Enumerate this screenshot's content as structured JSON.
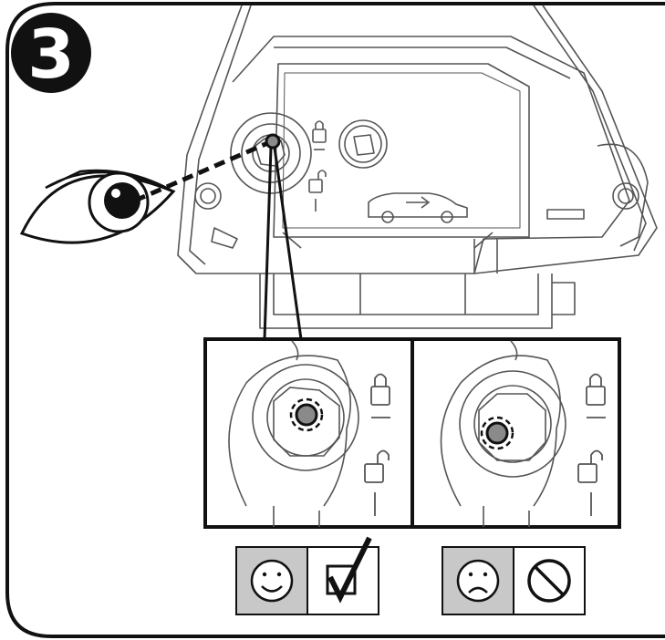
{
  "step": {
    "number": "3"
  },
  "colors": {
    "ink": "#111111",
    "line_art": "#555555",
    "panel_gray": "#c8c8c8",
    "eye_white": "#ffffff",
    "eye_lid": "#b5b5b5",
    "indicator_dot": "#8a8a8a"
  },
  "panels": [
    {
      "id": "locked",
      "indicator_state": "aligned-top",
      "result_face": "smiley-face-icon",
      "result_mark": "checkmark-box-icon"
    },
    {
      "id": "unlocked",
      "indicator_state": "aligned-left",
      "result_face": "frowny-face-icon",
      "result_mark": "prohibited-icon"
    }
  ],
  "icons": {
    "lock_closed": "padlock-closed-icon",
    "lock_open": "padlock-open-icon",
    "car": "car-arrow-icon",
    "eye": "eye-icon"
  }
}
